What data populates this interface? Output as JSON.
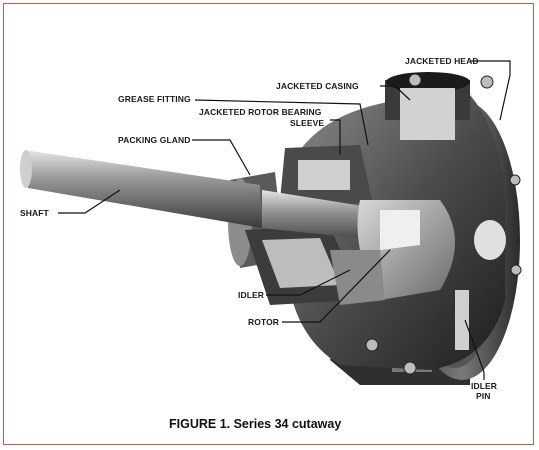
{
  "figure": {
    "caption": "FIGURE 1. Series 34 cutaway",
    "labels": {
      "jacketed_head": "JACKETED HEAD",
      "jacketed_casing": "JACKETED CASING",
      "grease_fitting": "GREASE FITTING",
      "rotor_bearing_line1": "JACKETED ROTOR BEARING",
      "rotor_bearing_line2": "SLEEVE",
      "packing_gland": "PACKING GLAND",
      "shaft": "SHAFT",
      "idler": "IDLER",
      "rotor": "ROTOR",
      "idler_pin_line1": "IDLER",
      "idler_pin_line2": "PIN"
    }
  },
  "colors": {
    "frame_border": "#d9534f",
    "metal_dark": "#2b2b2b",
    "metal_mid": "#6b6b6b",
    "metal_light": "#b8b8b8"
  }
}
